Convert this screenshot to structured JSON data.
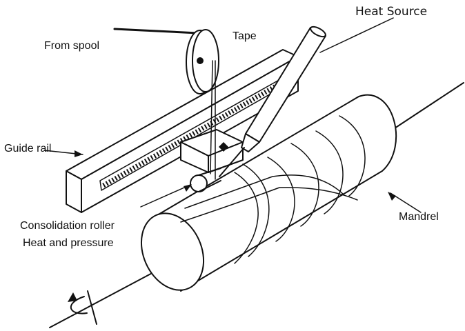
{
  "labels": {
    "heat_source": "Heat Source",
    "from_spool": "From spool",
    "tape": "Tape",
    "guide_rail": "Guide rail",
    "consolidation_roller": "Consolidation roller",
    "heat_and_pressure": "Heat and pressure",
    "mandrel": "Mandrel"
  },
  "colors": {
    "ink": "#111111",
    "background": "#ffffff"
  }
}
